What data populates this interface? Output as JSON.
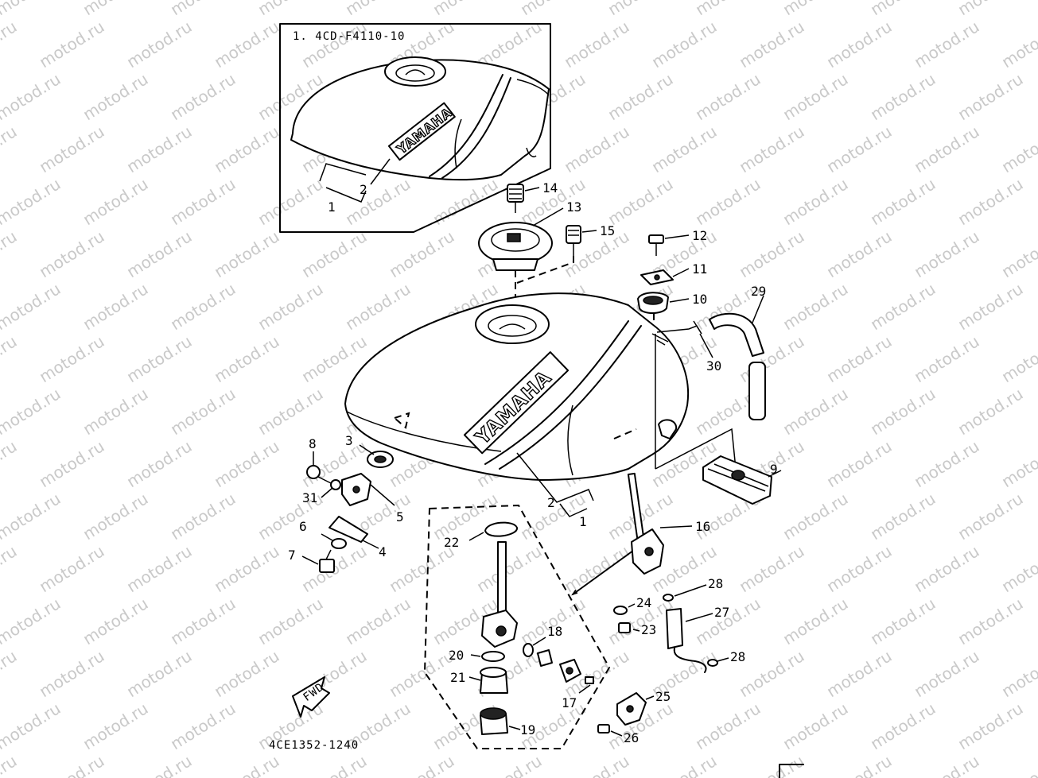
{
  "watermark_text": "motod.ru",
  "inset_label": "1. 4CD-F4110-10",
  "brand_text": "YAMAHA",
  "fwd_label": "FWD",
  "drawing_code": "4CE1352-1240",
  "callouts": {
    "c1": "1",
    "c1b": "1",
    "c2": "2",
    "c2b": "2",
    "c3": "3",
    "c4": "4",
    "c5": "5",
    "c6": "6",
    "c7": "7",
    "c8": "8",
    "c9": "9",
    "c10": "10",
    "c11": "11",
    "c12": "12",
    "c13": "13",
    "c14": "14",
    "c15": "15",
    "c16": "16",
    "c17": "17",
    "c18": "18",
    "c19": "19",
    "c20": "20",
    "c21": "21",
    "c22": "22",
    "c23": "23",
    "c24": "24",
    "c25": "25",
    "c26": "26",
    "c27": "27",
    "c28": "28",
    "c28b": "28",
    "c29": "29",
    "c30": "30",
    "c31": "31"
  }
}
